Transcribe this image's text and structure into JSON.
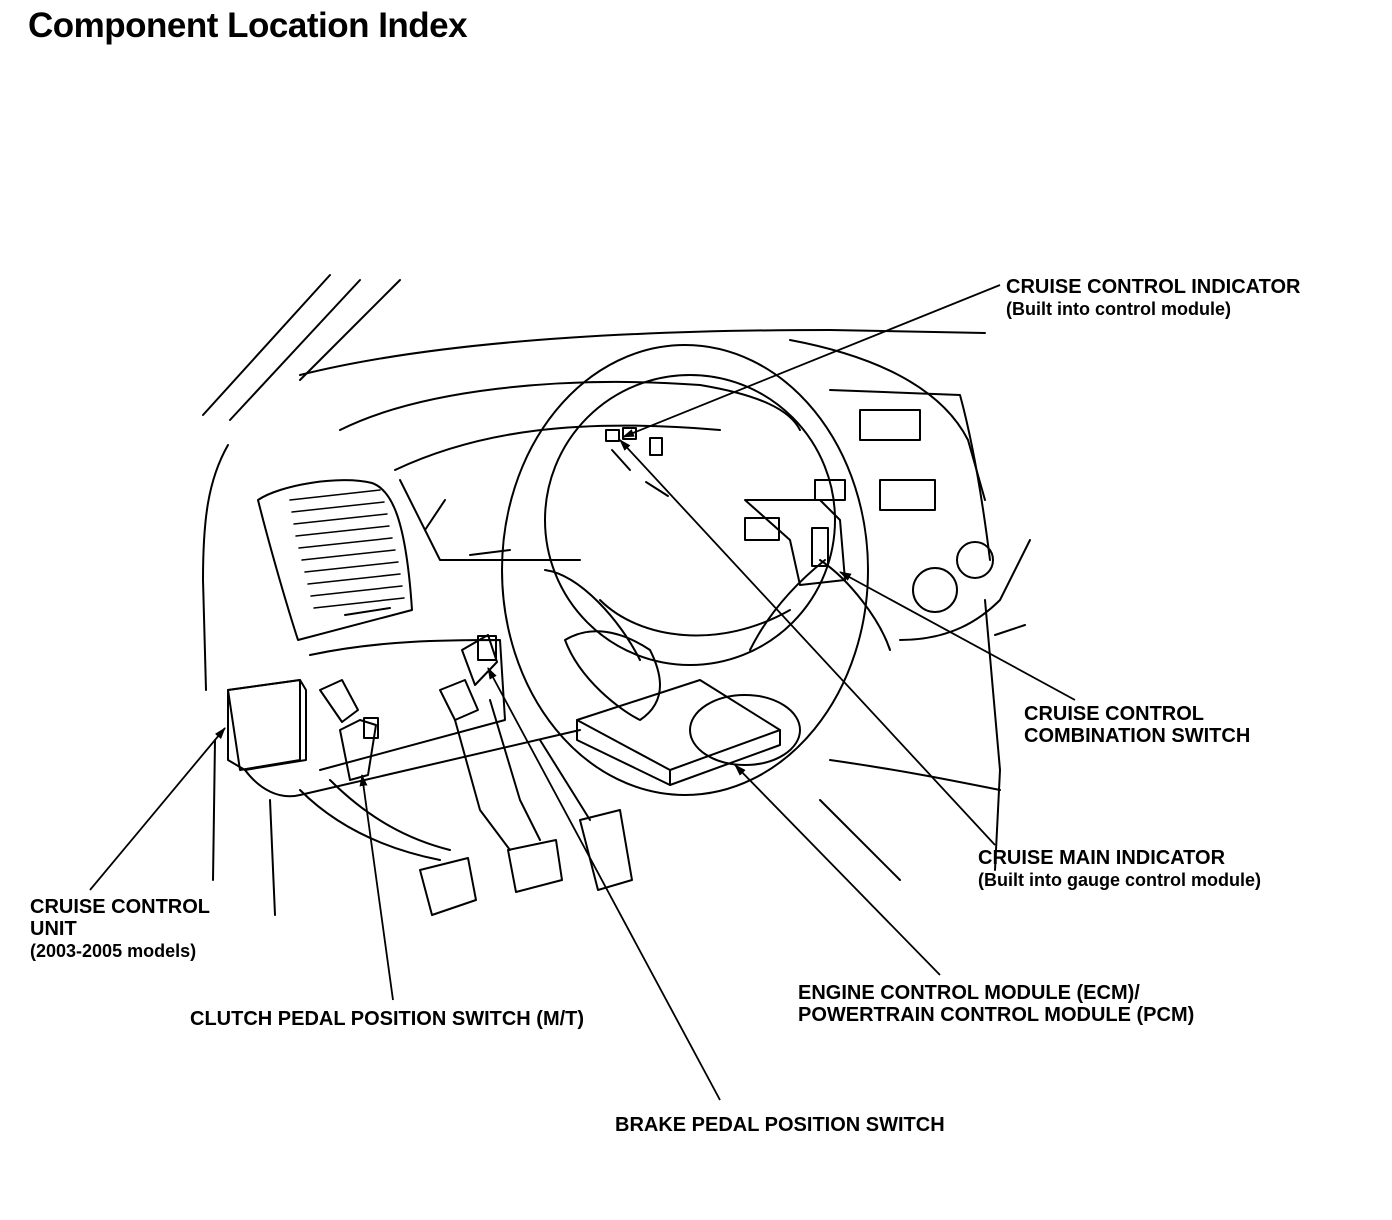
{
  "title": "Component Location Index",
  "callouts": {
    "cruise_control_indicator": {
      "name": "CRUISE CONTROL INDICATOR",
      "note": "(Built into control module)"
    },
    "cruise_control_combination_switch": {
      "line1": "CRUISE CONTROL",
      "line2": "COMBINATION SWITCH"
    },
    "cruise_main_indicator": {
      "name": "CRUISE MAIN INDICATOR",
      "note": "(Built into gauge control module)"
    },
    "ecm_pcm": {
      "line1": "ENGINE CONTROL MODULE (ECM)/",
      "line2": "POWERTRAIN CONTROL MODULE (PCM)"
    },
    "brake_pedal_position_switch": {
      "name": "BRAKE PEDAL POSITION SWITCH"
    },
    "clutch_pedal_position_switch": {
      "name": "CLUTCH PEDAL POSITION SWITCH (M/T)"
    },
    "cruise_control_unit": {
      "line1": "CRUISE CONTROL",
      "line2": "UNIT",
      "note": "(2003-2005 models)"
    }
  }
}
